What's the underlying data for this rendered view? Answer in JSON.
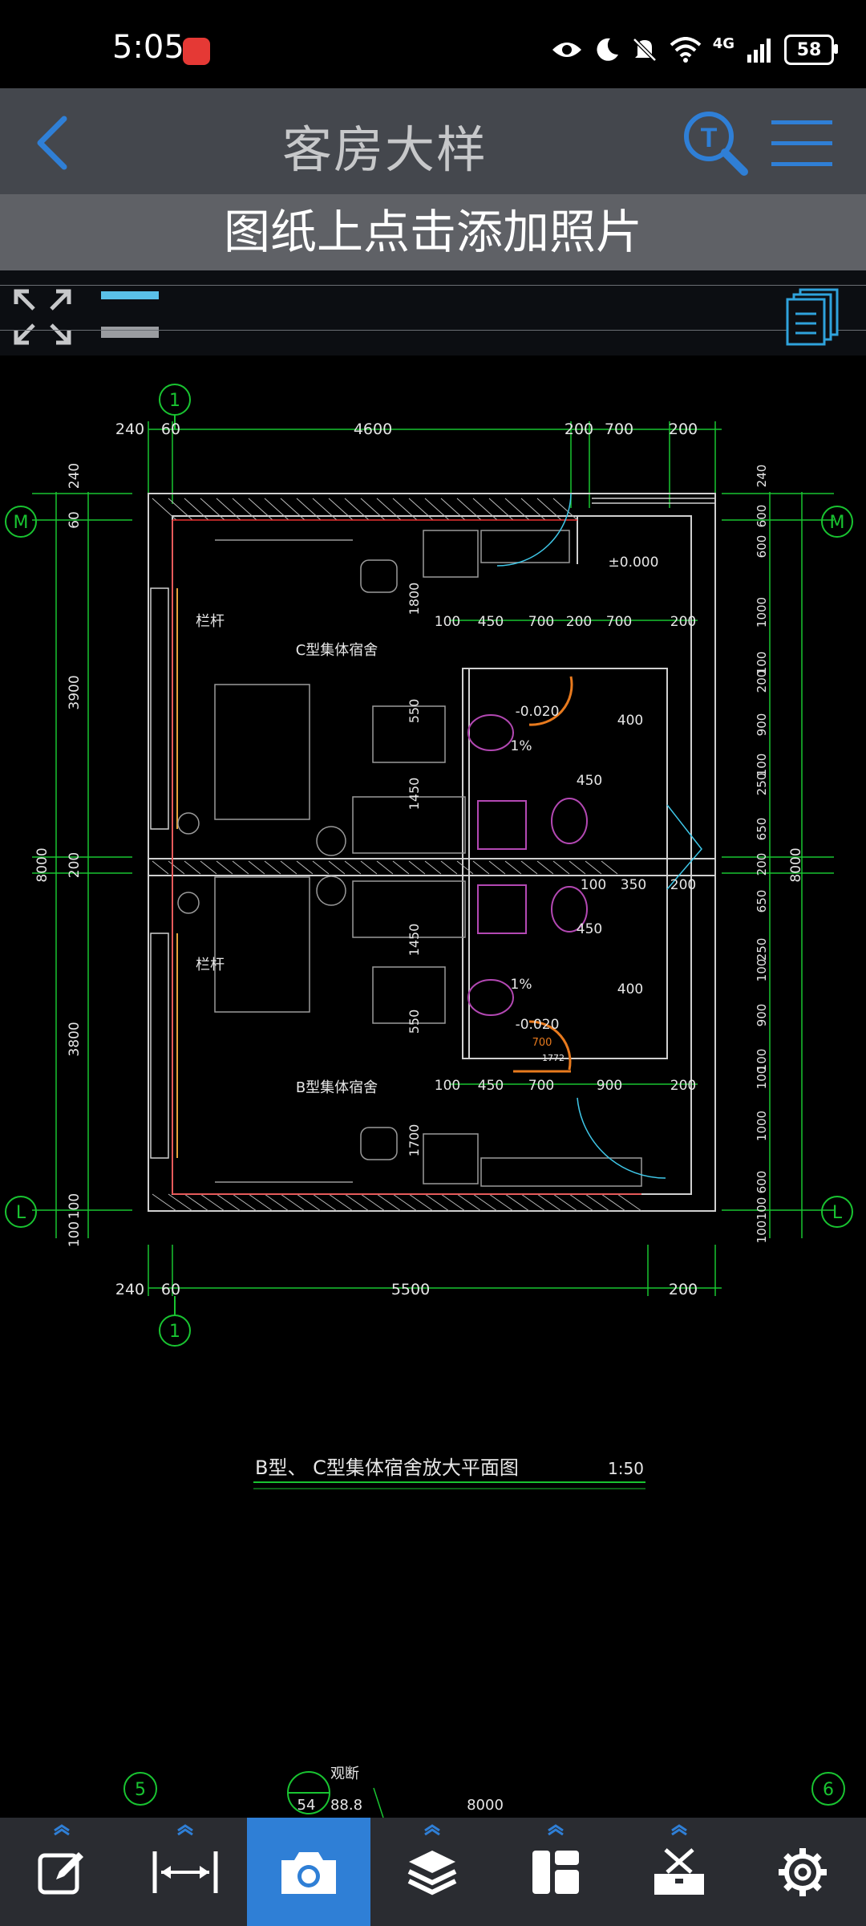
{
  "status": {
    "time": "5:05",
    "network": "4G",
    "battery": "58"
  },
  "header": {
    "title": "客房大样"
  },
  "banner": {
    "text": "图纸上点击添加照片"
  },
  "drawing": {
    "caption": "B型、 C型集体宿舍放大平面图",
    "scale": "1:50",
    "room_c": "C型集体宿舍",
    "room_b": "B型集体宿舍",
    "railing": "栏杆",
    "axis_1": "1",
    "axis_m": "M",
    "axis_l": "L",
    "axis_5": "5",
    "axis_6": "6",
    "top_dims": [
      "240",
      "60",
      "4600",
      "200",
      "700",
      "200"
    ],
    "bottom_dims": [
      "240",
      "60",
      "5500",
      "200"
    ],
    "left_dims": [
      "240",
      "60",
      "3900",
      "200",
      "3800",
      "100",
      "100"
    ],
    "left_total": "8000",
    "right_total": "8000",
    "right_dims": [
      "240",
      "600",
      "600",
      "1000",
      "100",
      "200",
      "900",
      "100",
      "250",
      "650",
      "200",
      "650",
      "250",
      "100",
      "900",
      "100",
      "100",
      "1000",
      "600",
      "100",
      "100"
    ],
    "mid_dims_top": [
      "100",
      "450",
      "700",
      "200",
      "700",
      "200"
    ],
    "mid_dims_bottom": [
      "100",
      "450",
      "700",
      "900",
      "200"
    ],
    "level_zero": "±0.000",
    "level_neg": "-0.020",
    "slope": "1%",
    "dim_400": "400",
    "dim_450": "450",
    "dim_350": "350",
    "dim_200": "200",
    "dim_100": "100",
    "dim_1800": "1800",
    "dim_1700": "1700",
    "dim_550": "550",
    "dim_1450": "1450",
    "dim_700": "700",
    "dim_1772": "1772",
    "section_label": "观断",
    "section_num": "54",
    "section_val": "88.8",
    "bottom_span": "8000"
  },
  "bottom_nav": {
    "items": [
      "edit",
      "measure",
      "camera",
      "layers",
      "layout",
      "tools",
      "settings"
    ],
    "active": "camera"
  },
  "colors": {
    "accent": "#2f7fd6",
    "header": "#44474d",
    "cad_green": "#19c431"
  }
}
